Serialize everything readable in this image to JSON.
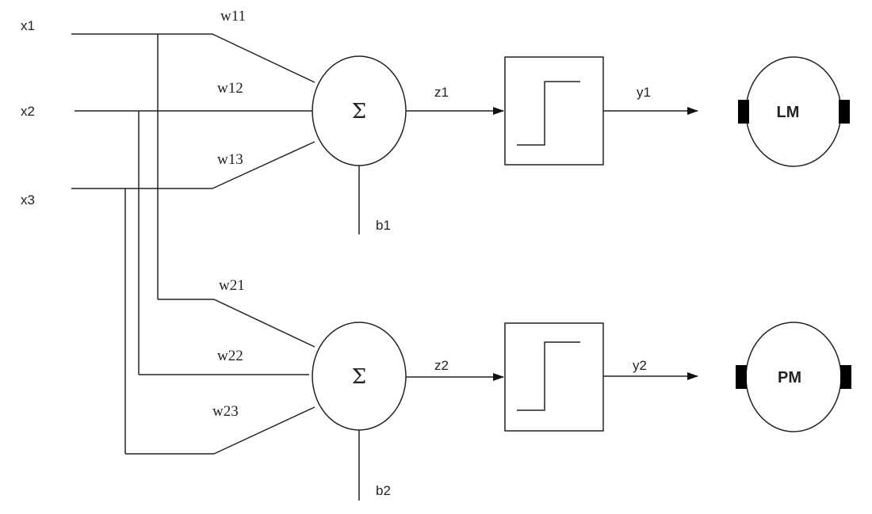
{
  "inputs": {
    "x1": "x1",
    "x2": "x2",
    "x3": "x3"
  },
  "weights": {
    "w11": "w11",
    "w12": "w12",
    "w13": "w13",
    "w21": "w21",
    "w22": "w22",
    "w23": "w23"
  },
  "neurons": [
    {
      "sum_symbol": "Σ",
      "bias": "b1",
      "net": "z1",
      "output": "y1",
      "motor": "LM"
    },
    {
      "sum_symbol": "Σ",
      "bias": "b2",
      "net": "z2",
      "output": "y2",
      "motor": "PM"
    }
  ]
}
